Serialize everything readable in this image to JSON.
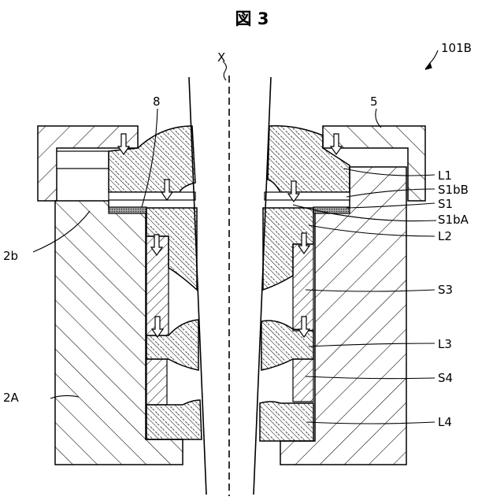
{
  "figure_title": "図 3",
  "ref_numeral": "101B",
  "axis_label": "X",
  "labels": {
    "l8": "8",
    "l5": "5",
    "l2b": "2b",
    "l2A": "2A",
    "L1": "L1",
    "S1bB": "S1bB",
    "S1": "S1",
    "S1bA": "S1bA",
    "L2": "L2",
    "S3": "S3",
    "L3": "L3",
    "S4": "S4",
    "L4": "L4"
  }
}
